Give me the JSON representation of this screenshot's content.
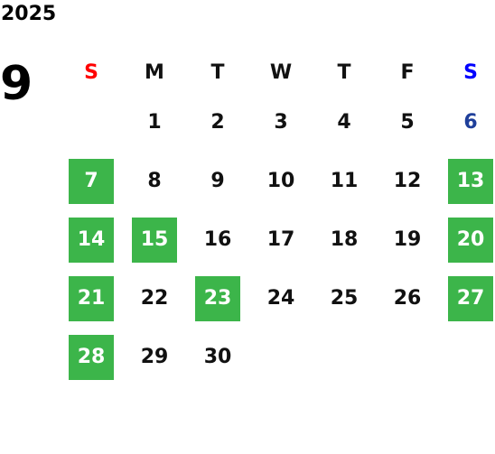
{
  "calendar": {
    "year": "2025",
    "month": "9",
    "weekdays": [
      {
        "label": "S",
        "color": "#ff0000"
      },
      {
        "label": "M",
        "color": "#111111"
      },
      {
        "label": "T",
        "color": "#111111"
      },
      {
        "label": "W",
        "color": "#111111"
      },
      {
        "label": "T",
        "color": "#111111"
      },
      {
        "label": "F",
        "color": "#111111"
      },
      {
        "label": "S",
        "color": "#0000ff"
      }
    ],
    "weeks": [
      [
        null,
        "1",
        "2",
        "3",
        "4",
        "5",
        "6"
      ],
      [
        "7",
        "8",
        "9",
        "10",
        "11",
        "12",
        "13"
      ],
      [
        "14",
        "15",
        "16",
        "17",
        "18",
        "19",
        "20"
      ],
      [
        "21",
        "22",
        "23",
        "24",
        "25",
        "26",
        "27"
      ],
      [
        "28",
        "29",
        "30",
        null,
        null,
        null,
        null
      ]
    ],
    "highlighted_days": [
      "7",
      "13",
      "14",
      "15",
      "20",
      "21",
      "23",
      "27",
      "28"
    ],
    "blue_days": [
      "6"
    ],
    "highlight_color": "#3cb54a"
  }
}
